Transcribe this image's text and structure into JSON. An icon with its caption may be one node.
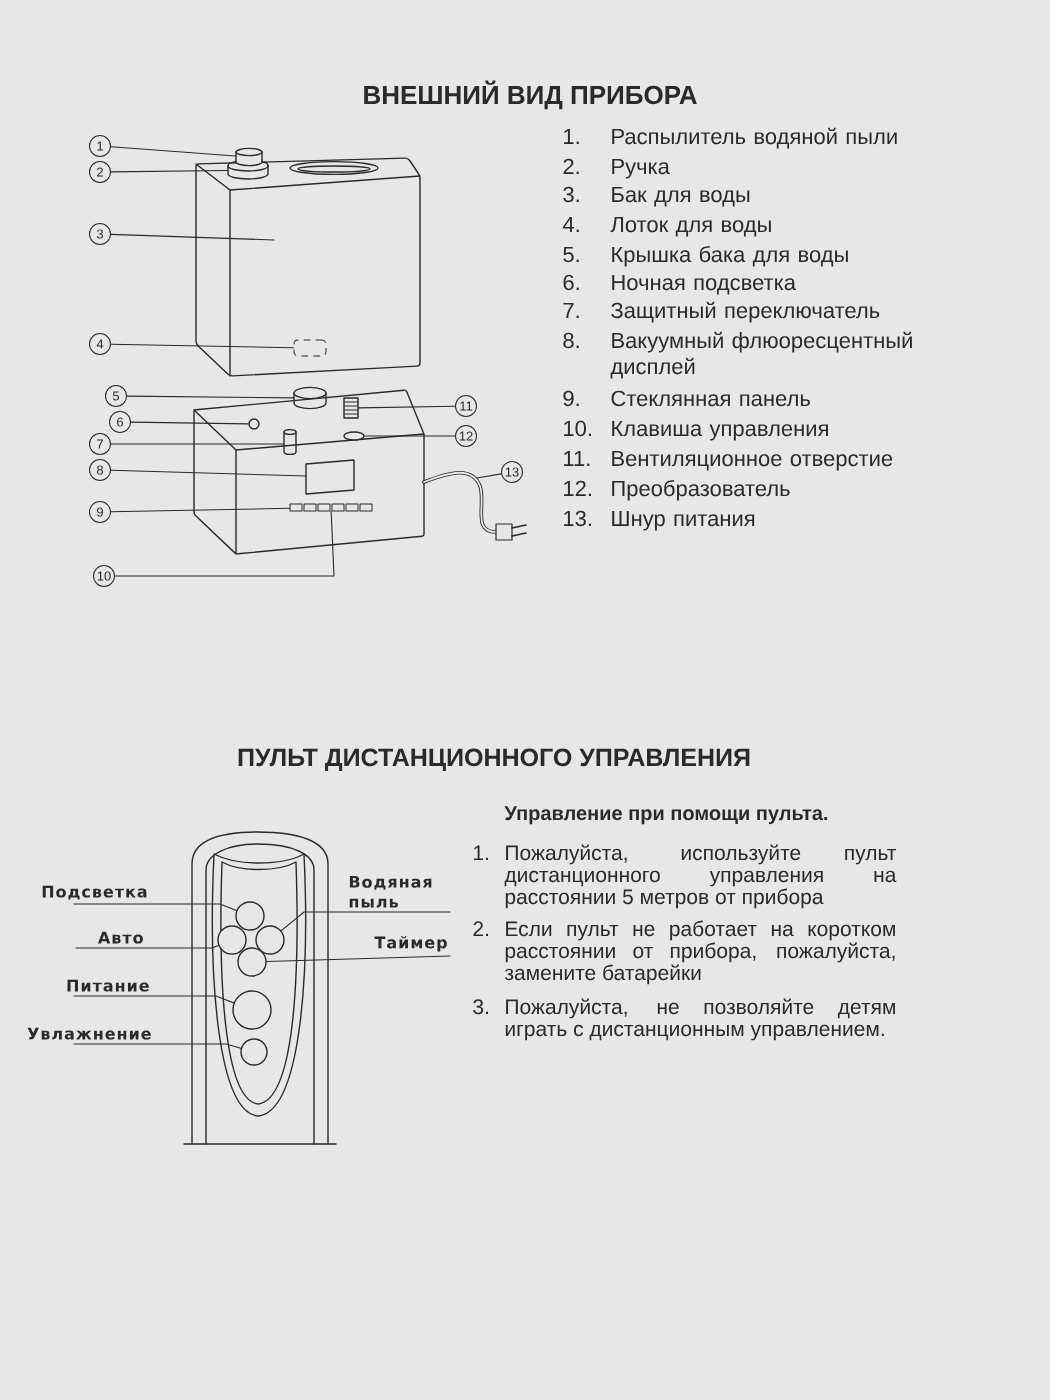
{
  "diagram": {
    "title": "ВНЕШНИЙ ВИД ПРИБОРА",
    "nodes": [
      {
        "text": [
          "1"
        ]
      },
      {
        "text": [
          "2"
        ]
      },
      {
        "text": [
          "3"
        ]
      },
      {
        "text": [
          "4"
        ]
      },
      {
        "text": [
          "5"
        ]
      },
      {
        "text": [
          "6"
        ]
      },
      {
        "text": [
          "7"
        ]
      },
      {
        "text": [
          "8"
        ]
      },
      {
        "text": [
          "9"
        ]
      },
      {
        "text": [
          "10"
        ]
      },
      {
        "text": [
          "11"
        ]
      },
      {
        "text": [
          "12"
        ]
      },
      {
        "text": [
          "13"
        ]
      },
      {
        "text": [
          "Подсветка"
        ]
      },
      {
        "text": [
          "Водяная пыль"
        ]
      },
      {
        "text": [
          "Авто"
        ]
      },
      {
        "text": [
          "Таймер"
        ]
      },
      {
        "text": [
          "Питание"
        ]
      },
      {
        "text": [
          "Увлажнение"
        ]
      },
      {
        "text": [],
        "shape": "circle"
      },
      {
        "text": [],
        "shape": "circle"
      },
      {
        "text": [],
        "shape": "circle"
      },
      {
        "text": [],
        "shape": "circle"
      },
      {
        "text": [],
        "shape": "circle"
      },
      {
        "text": [],
        "shape": "circle"
      },
      {
        "text": [],
        "shape": "cylinder"
      },
      {
        "text": [],
        "shape": "cylinder"
      },
      {
        "text": [],
        "shape": "box"
      },
      {
        "text": [],
        "shape": "cylinder"
      },
      {
        "text": [],
        "shape": "circle"
      },
      {
        "text": [],
        "shape": "bar"
      },
      {
        "text": [],
        "shape": "box"
      },
      {
        "text": [],
        "shape": "ellipse"
      }
    ],
    "edges": [
      {
        "from": 0,
        "to": 25,
        "arrow": "none"
      },
      {
        "from": 1,
        "to": 26,
        "arrow": "none"
      },
      {
        "from": 2,
        "to": null,
        "arrow": "none"
      },
      {
        "from": 3,
        "to": 27,
        "arrow": "none"
      },
      {
        "from": 4,
        "to": 28,
        "arrow": "none"
      },
      {
        "from": 5,
        "to": 29,
        "arrow": "none"
      },
      {
        "from": 6,
        "to": null,
        "arrow": "none"
      },
      {
        "from": 7,
        "to": null,
        "arrow": "none"
      },
      {
        "from": 8,
        "to": 30,
        "arrow": "none"
      },
      {
        "from": 9,
        "to": 30,
        "arrow": "none"
      },
      {
        "from": 10,
        "to": 31,
        "arrow": "none"
      },
      {
        "from": 11,
        "to": 32,
        "arrow": "none"
      },
      {
        "from": 12,
        "to": null,
        "arrow": "none"
      },
      {
        "from": 13,
        "to": 19,
        "arrow": "none"
      },
      {
        "from": 14,
        "to": 21,
        "arrow": "none"
      },
      {
        "from": 15,
        "to": 20,
        "arrow": "none"
      },
      {
        "from": 16,
        "to": 22,
        "arrow": "none"
      },
      {
        "from": 17,
        "to": 23,
        "arrow": "none"
      },
      {
        "from": 18,
        "to": 24,
        "arrow": "none"
      }
    ],
    "labels": [
      "1.",
      "Распылитель водяной пыли",
      "2.",
      "Ручка",
      "3.",
      "Бак для воды",
      "4.",
      "Лоток для воды",
      "5.",
      "Крышка бака для воды",
      "6.",
      "Ночная подсветка",
      "7.",
      "Защитный переключатель",
      "8.",
      "Вакуумный флюоресцентный дисплей",
      "9.",
      "Стеклянная панель",
      "10.",
      "Клавиша управления",
      "11.",
      "Вентиляционное отверстие",
      "12.",
      "Преобразователь",
      "13.",
      "Шнур питания",
      "ПУЛЬТ ДИСТАНЦИОННОГО УПРАВЛЕНИЯ",
      "Управление при помощи пульта.",
      "1.",
      "Пожалуйста, используйте пульт дистанционного управления на расстоянии 5 метров от прибора",
      "2.",
      "Если пульт не работает на коротком расстоянии от прибора, пожалуйста, замените батарейки",
      "3.",
      "Пожалуйста, не позволяйте детям играть с дистанционным управлением."
    ]
  }
}
